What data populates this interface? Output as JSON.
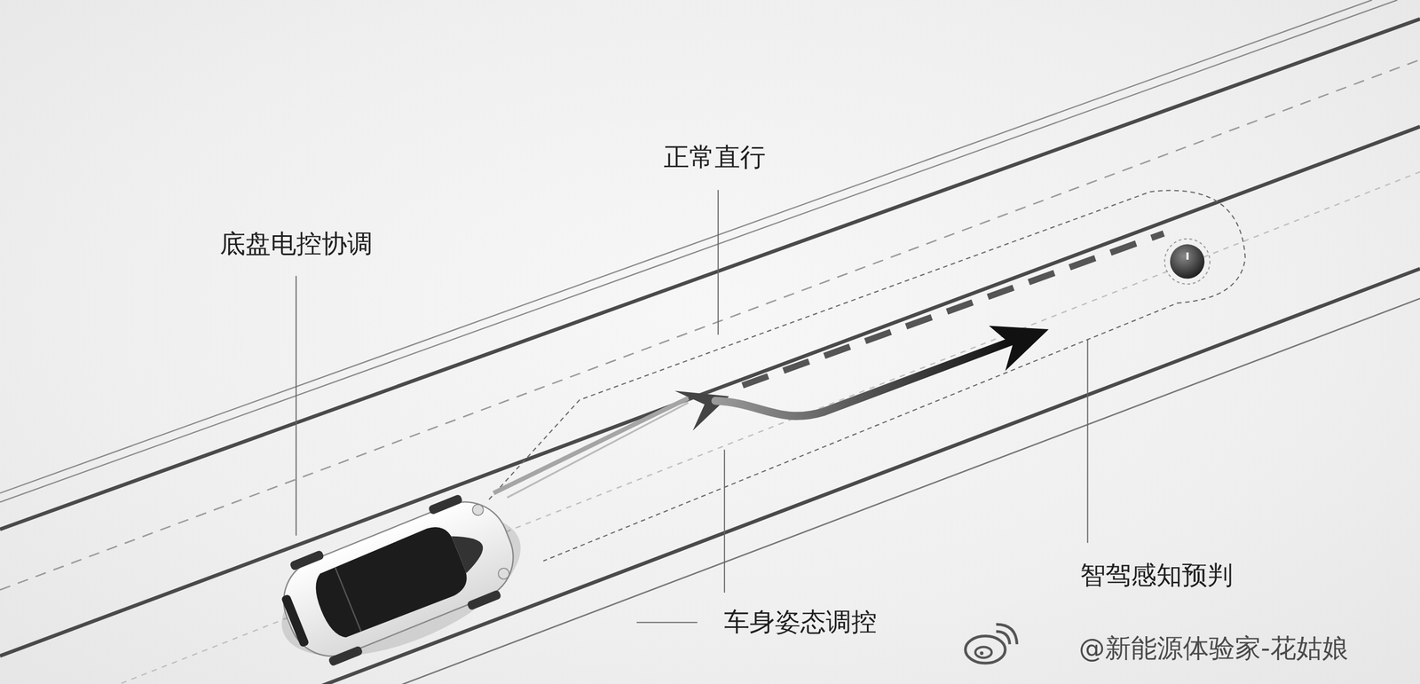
{
  "diagram": {
    "labels": [
      "底盘电控协调",
      "正常直行",
      "车身姿态调控",
      "智驾感知预判",
      "@新能源体验家-花姑娘"
    ]
  }
}
